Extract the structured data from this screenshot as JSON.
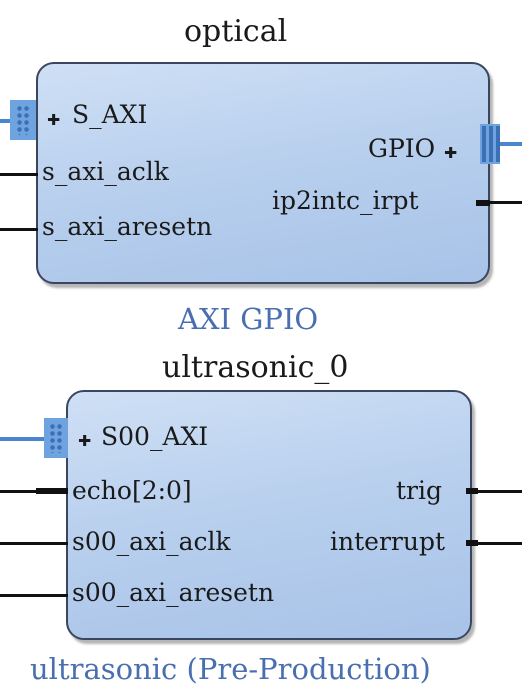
{
  "colors": {
    "block_fill": "#b9d0ee",
    "bus": "#4a86d0",
    "subtitle": "#4a6fb0",
    "wire": "#111111"
  },
  "blocks": [
    {
      "instance": "optical",
      "ip_name": "AXI GPIO",
      "left_ports": [
        "S_AXI",
        "s_axi_aclk",
        "s_axi_aresetn"
      ],
      "right_ports": [
        "GPIO",
        "ip2intc_irpt"
      ]
    },
    {
      "instance": "ultrasonic_0",
      "ip_name": "ultrasonic (Pre-Production)",
      "left_ports": [
        "S00_AXI",
        "echo[2:0]",
        "s00_axi_aclk",
        "s00_axi_aresetn"
      ],
      "right_ports": [
        "trig",
        "interrupt"
      ]
    }
  ],
  "icons": {
    "interface_expand": "plus-box-icon"
  }
}
